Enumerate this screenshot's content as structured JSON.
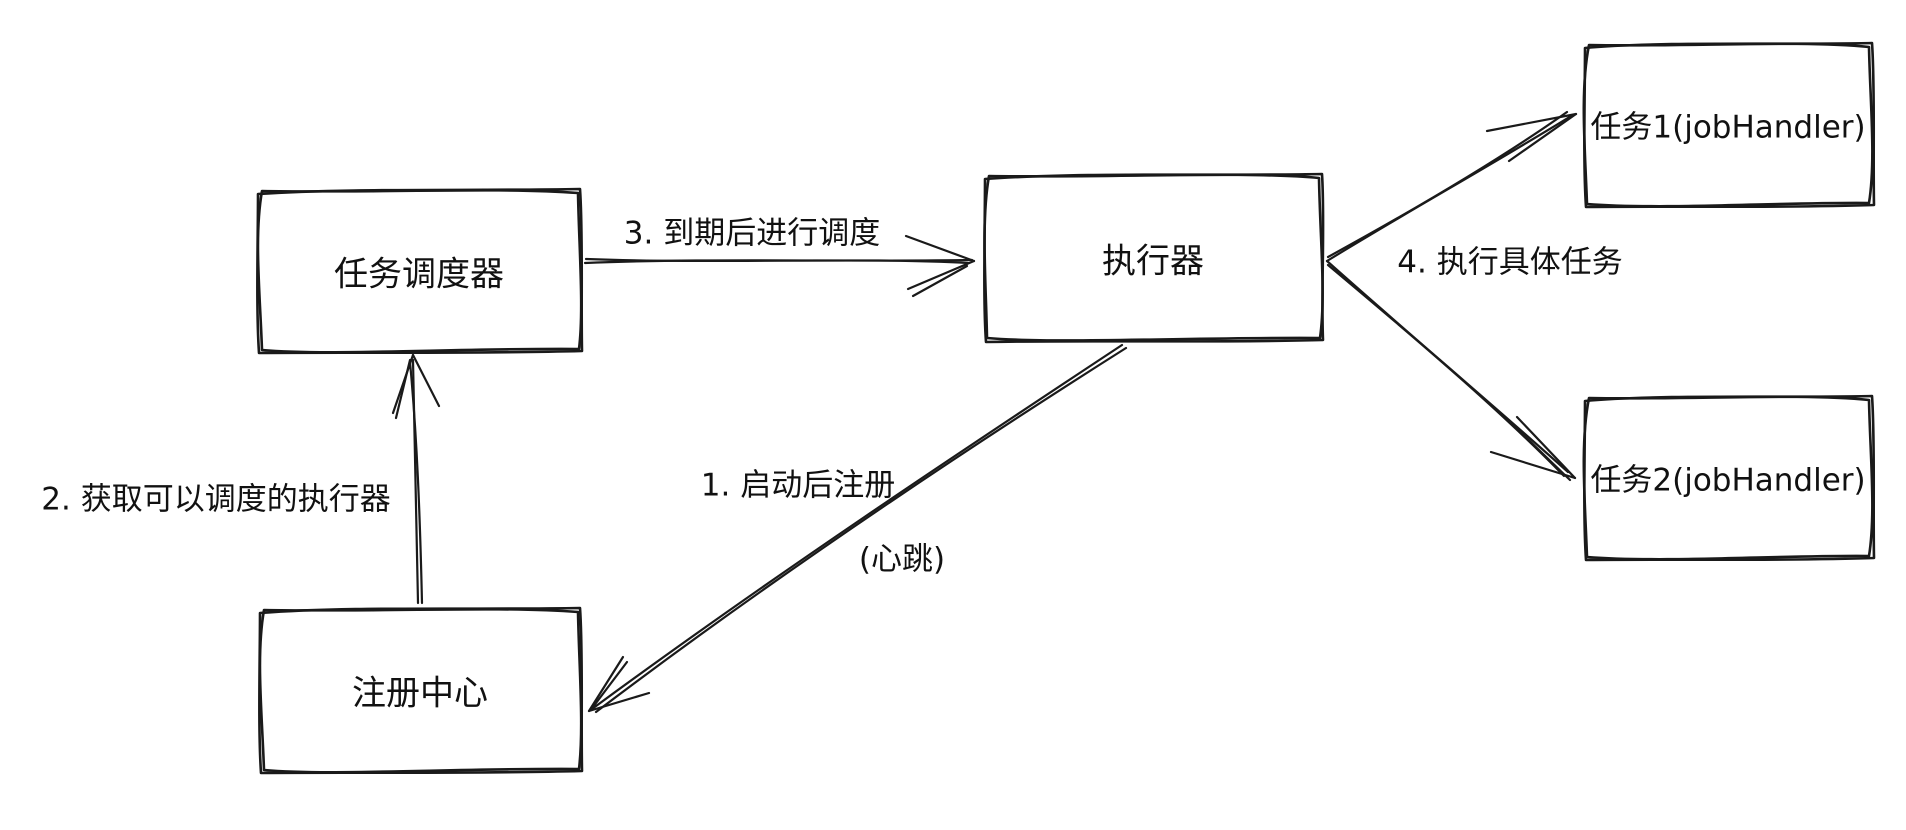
{
  "diagram": {
    "background_color": "#ffffff",
    "stroke_color": "#1a1a1a",
    "nodes": {
      "scheduler": {
        "label": "任务调度器"
      },
      "executor": {
        "label": "执行器"
      },
      "registry": {
        "label": "注册中心"
      },
      "job1": {
        "label": "任务1(jobHandler)"
      },
      "job2": {
        "label": "任务2(jobHandler)"
      }
    },
    "edges": {
      "e1": {
        "label": "1. 启动后注册",
        "sublabel": "(心跳)",
        "from": "执行器",
        "to": "注册中心"
      },
      "e2": {
        "label": "2. 获取可以调度的执行器",
        "from": "注册中心",
        "to": "任务调度器"
      },
      "e3": {
        "label": "3. 到期后进行调度",
        "from": "任务调度器",
        "to": "执行器"
      },
      "e4": {
        "label": "4. 执行具体任务",
        "from": "执行器",
        "to_1": "任务1(jobHandler)",
        "to_2": "任务2(jobHandler)"
      }
    }
  }
}
